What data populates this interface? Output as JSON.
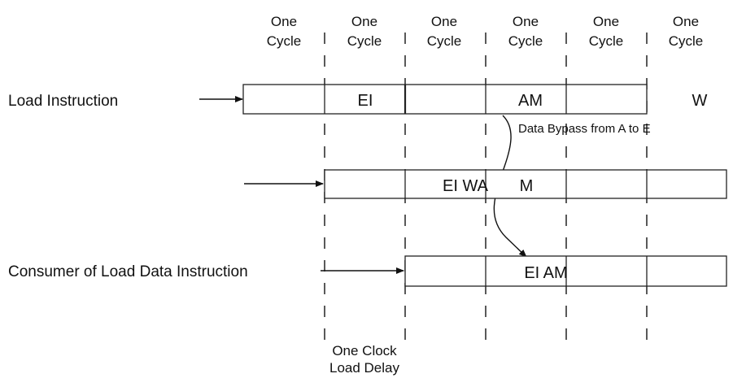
{
  "cycle_headers": [
    {
      "line1": "One",
      "line2": "Cycle"
    },
    {
      "line1": "One",
      "line2": "Cycle"
    },
    {
      "line1": "One",
      "line2": "Cycle"
    },
    {
      "line1": "One",
      "line2": "Cycle"
    },
    {
      "line1": "One",
      "line2": "Cycle"
    },
    {
      "line1": "One",
      "line2": "Cycle"
    }
  ],
  "rows": {
    "load": {
      "label": "Load Instruction",
      "stage_ei": "EI",
      "stage_am": "AM",
      "stage_w": "W"
    },
    "second": {
      "label": "",
      "stage_eiwa": "EI WA",
      "stage_m": "M"
    },
    "consumer": {
      "label": "Consumer of Load Data Instruction",
      "stage_eiam": "EI AM"
    }
  },
  "bypass_label": "Data Bypass from A to E",
  "delay_label": {
    "line1": "One Clock",
    "line2": "Load Delay"
  }
}
